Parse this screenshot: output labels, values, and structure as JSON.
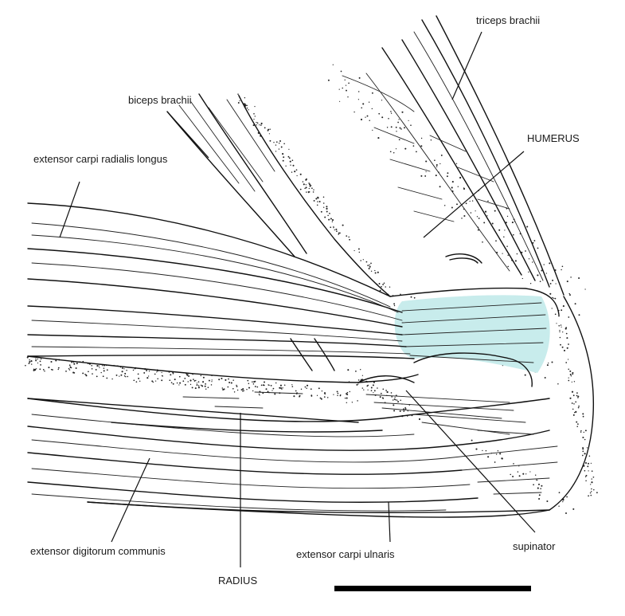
{
  "labels": {
    "triceps": "triceps brachii",
    "biceps": "biceps brachii",
    "ecrl": "extensor carpi radialis longus",
    "humerus": "HUMERUS",
    "supinator": "supinator",
    "edc": "extensor digitorum communis",
    "radius": "RADIUS",
    "ecu": "extensor carpi ulnaris"
  },
  "colors": {
    "ligament_fill": "#c8ecec",
    "ink": "#111111",
    "scale_bar": "#000000"
  }
}
